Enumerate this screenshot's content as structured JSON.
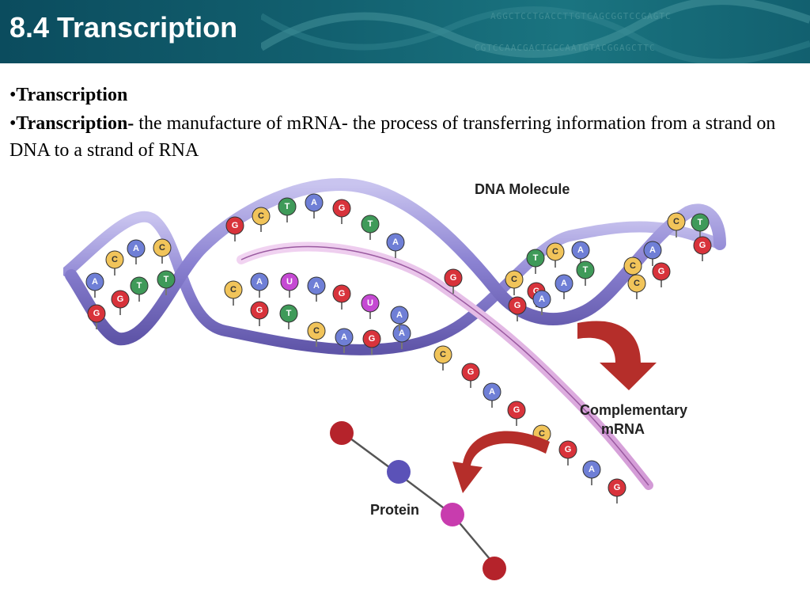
{
  "slide": {
    "title": "8.4 Transcription",
    "bullets": [
      {
        "bold": "Transcription",
        "text": ""
      },
      {
        "bold": "Transcription-",
        "text": " the manufacture of mRNA- the process of transferring information from a strand on DNA to a strand of RNA"
      }
    ]
  },
  "diagram": {
    "labels": {
      "dna": "DNA Molecule",
      "mrna_line1": "Complementary",
      "mrna_line2": "mRNA",
      "protein": "Protein"
    },
    "base_colors": {
      "A": "#6f7fd6",
      "C": "#f1c45a",
      "G": "#d8333b",
      "T": "#3f9a59",
      "U": "#c549d3"
    },
    "dna_upper_bases": [
      "G",
      "C",
      "T",
      "A",
      "G",
      "T",
      "A"
    ],
    "dna_left_bases": [
      "C",
      "A",
      "C",
      "A",
      "G",
      "T",
      "T",
      "G"
    ],
    "dna_right_bases": [
      "T",
      "C",
      "A",
      "C",
      "G",
      "A",
      "T",
      "G",
      "A",
      "C",
      "A",
      "C",
      "T",
      "G",
      "C",
      "G"
    ],
    "dna_template_bases": [
      "C",
      "A",
      "G",
      "T",
      "C",
      "A",
      "G",
      "A",
      "G"
    ],
    "mrna_bases": [
      "U",
      "A",
      "G",
      "U",
      "A",
      "C",
      "G",
      "A",
      "G",
      "C",
      "G",
      "A",
      "G"
    ],
    "header_sequence_text": [
      "AGGCTCCTGACCTTGTCAGCGGTCCGAGTC",
      "CGTCCAACGACTGCCAATGTACGGAGCTTC"
    ]
  }
}
